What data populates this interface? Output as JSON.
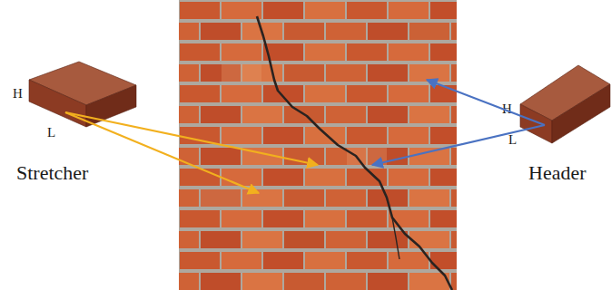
{
  "diagram": {
    "nodes": [
      {
        "text": [
          "Stretcher"
        ]
      },
      {
        "text": [
          "Header"
        ]
      }
    ],
    "labels": [
      "H",
      "L",
      "H",
      "L"
    ]
  }
}
